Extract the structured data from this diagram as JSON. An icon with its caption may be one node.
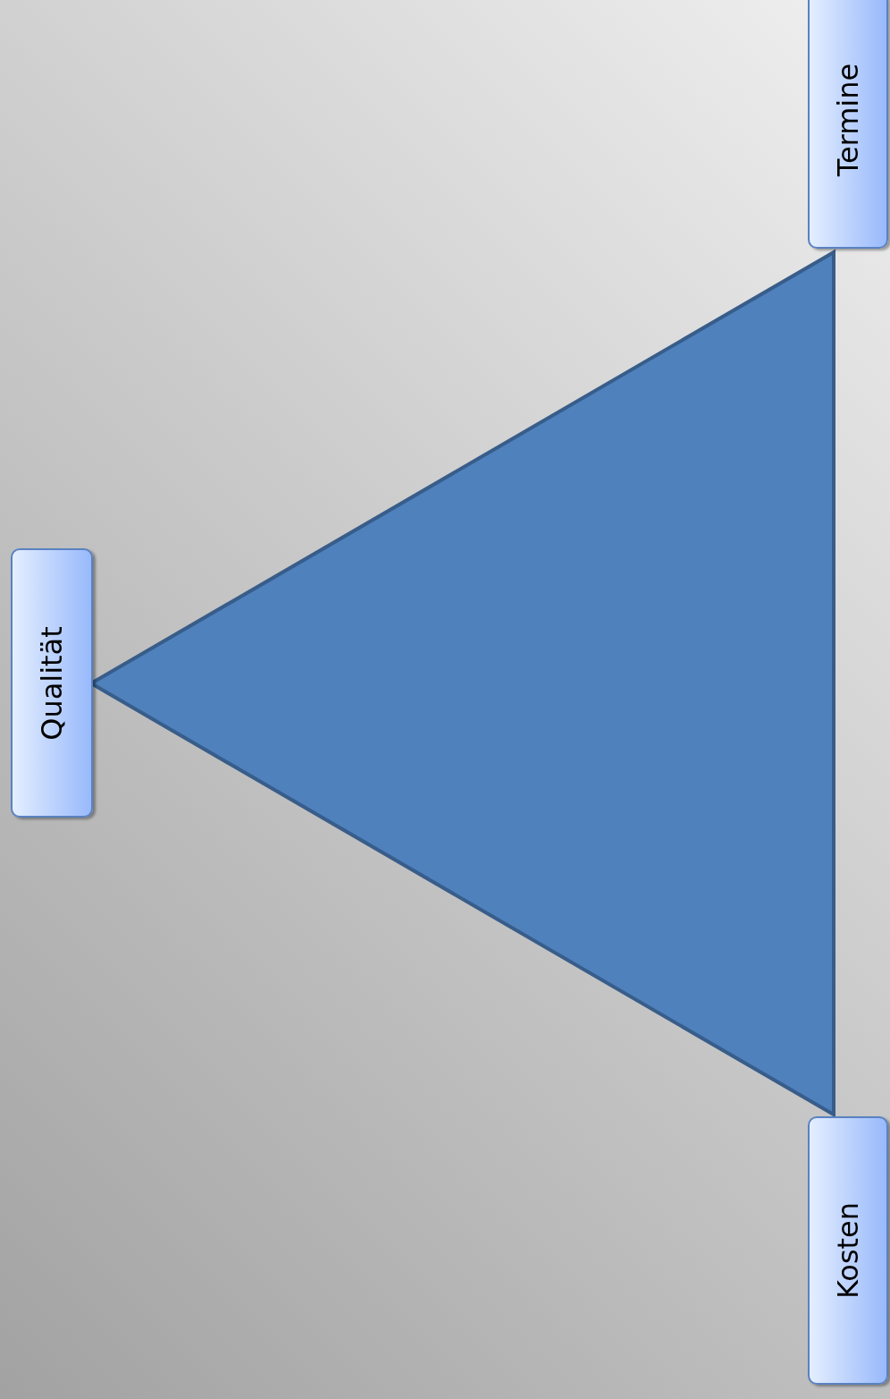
{
  "diagram": {
    "nodes": [
      {
        "text": [
          "Termine"
        ]
      },
      {
        "text": [
          "Qualität"
        ]
      },
      {
        "text": [
          "Kosten"
        ]
      },
      {
        "text": [],
        "shape": "triangle"
      }
    ]
  }
}
